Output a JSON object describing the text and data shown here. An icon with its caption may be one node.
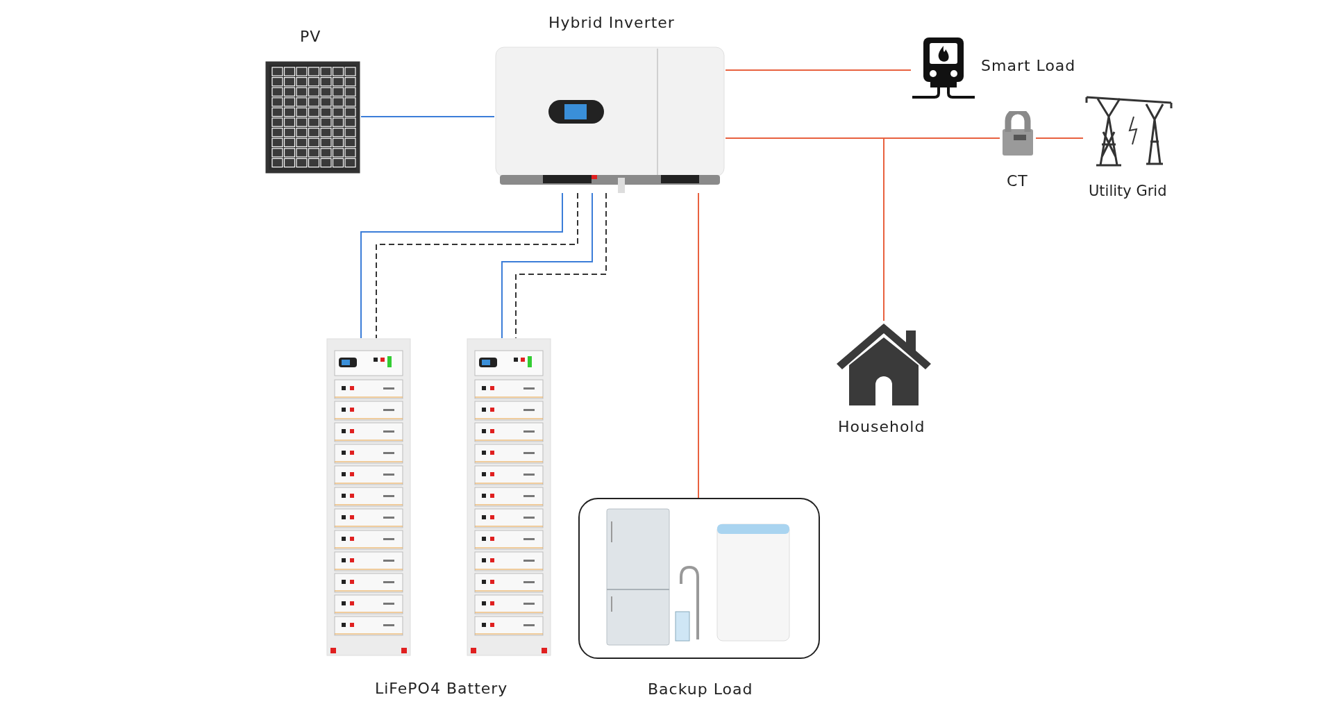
{
  "diagram": {
    "nodes": [
      {
        "text": [
          "PV"
        ]
      },
      {
        "text": [
          "Hybrid Inverter"
        ]
      },
      {
        "text": [
          "Smart Load"
        ]
      },
      {
        "text": [
          "CT"
        ]
      },
      {
        "text": [
          "Utility Grid"
        ]
      },
      {
        "text": [
          "Household"
        ]
      },
      {
        "text": [],
        "shape": "picture"
      },
      {
        "text": [],
        "shape": "picture"
      },
      {
        "text": [
          "Backup Load"
        ]
      }
    ],
    "edges": [
      {
        "from": 0,
        "to": 1,
        "arrow": "none",
        "color": "#3b7dd8"
      },
      {
        "from": 1,
        "to": 2,
        "arrow": "none"
      },
      {
        "from": 1,
        "to": 3,
        "arrow": "none"
      },
      {
        "from": 3,
        "to": 4,
        "arrow": "none"
      },
      {
        "from": 1,
        "to": 5,
        "arrow": "none"
      },
      {
        "from": 1,
        "to": 8,
        "arrow": "none"
      },
      {
        "from": 1,
        "to": 6,
        "arrow": "none",
        "color": "#3b7dd8"
      },
      {
        "from": 1,
        "to": 6,
        "arrow": "none",
        "style": "dashed",
        "color": "#333333"
      },
      {
        "from": 1,
        "to": 7,
        "arrow": "none",
        "color": "#3b7dd8"
      },
      {
        "from": 1,
        "to": 7,
        "arrow": "none",
        "style": "dashed",
        "color": "#333333"
      }
    ],
    "labels": [
      "LiFePO4 Battery"
    ]
  }
}
